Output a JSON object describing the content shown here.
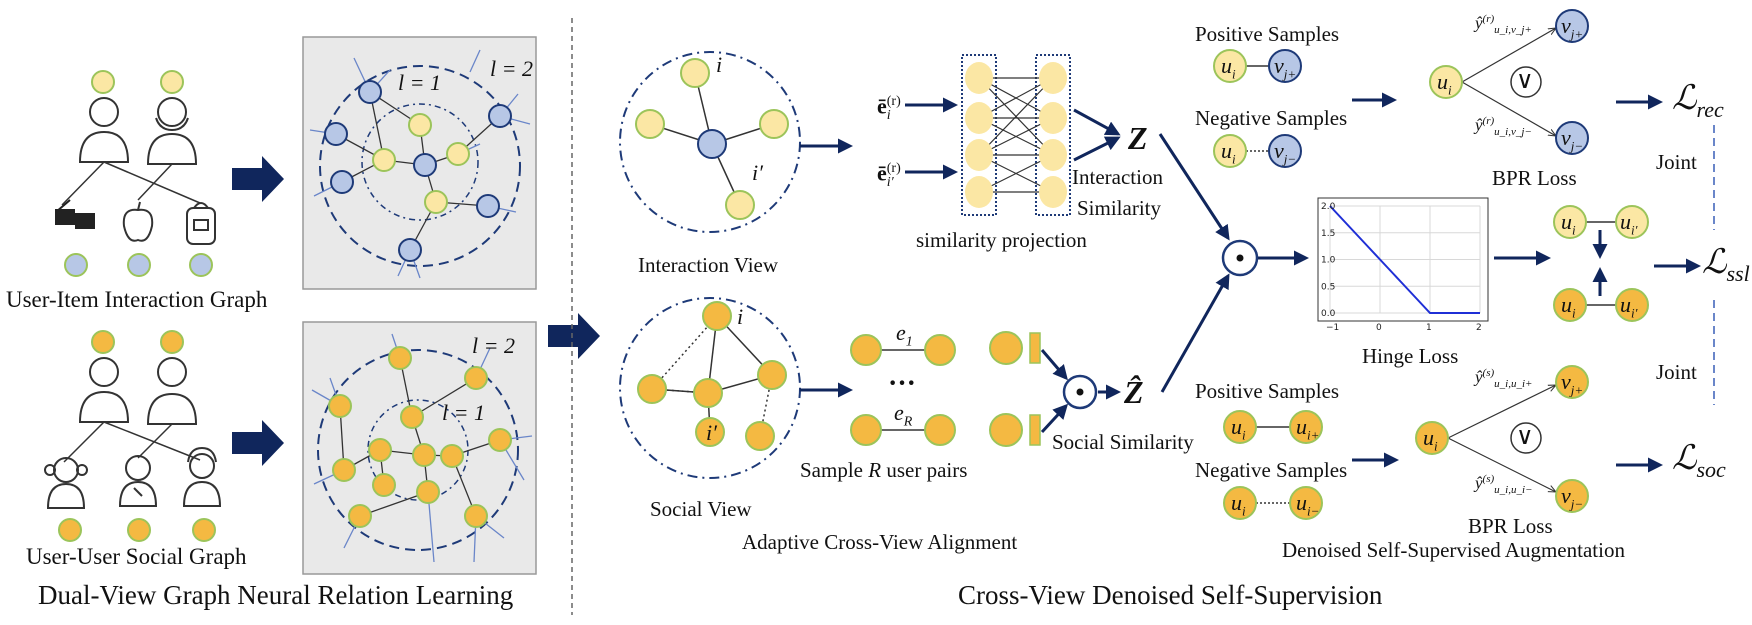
{
  "sections": {
    "left_title": "Dual-View Graph Neural Relation Learning",
    "right_title": "Cross-View Denoised Self-Supervision"
  },
  "graphs": {
    "user_item": "User-Item Interaction Graph",
    "user_user": "User-User Social Graph",
    "layer1": "l = 1",
    "layer2": "l = 2"
  },
  "views": {
    "interaction": "Interaction View",
    "social": "Social View",
    "node_i": "i",
    "node_iprime": "i′"
  },
  "alignment": {
    "emb_i": "ē",
    "emb_i_sup": "(r)",
    "emb_i_sub": "i",
    "emb_ip": "ē",
    "emb_ip_sup": "(r)",
    "emb_ip_sub": "i′",
    "projection": "similarity projection",
    "interaction_similarity_1": "Interaction",
    "interaction_similarity_2": "Similarity",
    "z": "Z",
    "zhat": "Ẑ",
    "social_similarity": "Social Similarity",
    "e1": "e",
    "e1_sub": "1",
    "eR": "e",
    "eR_sub": "R",
    "dots": "···",
    "sample_pairs_pre": "Sample ",
    "sample_pairs_var": "R",
    "sample_pairs_post": " user pairs",
    "title": "Adaptive Cross-View Alignment"
  },
  "top": {
    "positive": "Positive Samples",
    "negative": "Negative Samples",
    "bpr": "BPR Loss",
    "ui": "u",
    "ui_sub": "i",
    "vjp": "v",
    "vjp_sub": "j+",
    "vjm": "v",
    "vjm_sub": "j−",
    "yhat_plus": "ŷ",
    "yhat_plus_sup": "(r)",
    "yhat_plus_sub": "u_i,v_j+",
    "yhat_minus": "ŷ",
    "yhat_minus_sup": "(r)",
    "yhat_minus_sub": "u_i,v_j−",
    "vee": "∨"
  },
  "bottom": {
    "positive": "Positive Samples",
    "negative": "Negative Samples",
    "bpr": "BPR Loss",
    "title": "Denoised Self-Supervised Augmentation",
    "ui": "u",
    "ui_sub": "i",
    "uip": "u",
    "uip_sub": "i+",
    "uim": "u",
    "uim_sub": "i−",
    "vjp": "v",
    "vjp_sub": "j+",
    "vjm": "v",
    "vjm_sub": "j−",
    "yhat_plus": "ŷ",
    "yhat_plus_sup": "(s)",
    "yhat_plus_sub": "u_i,u_i+",
    "yhat_minus": "ŷ",
    "yhat_minus_sup": "(s)",
    "yhat_minus_sub": "u_i,u_i−",
    "vee": "∨"
  },
  "hinge": {
    "label": "Hinge Loss",
    "yticks": [
      "2.0",
      "1.5",
      "1.0",
      "0.5",
      "0.0"
    ],
    "xticks": [
      "−1",
      "0",
      "1",
      "2"
    ]
  },
  "ssl": {
    "ui": "u",
    "ui_sub": "i",
    "uip": "u",
    "uip_sub": "i′"
  },
  "losses": {
    "rec": "rec",
    "ssl": "ssl",
    "soc": "soc",
    "script_L": "ℒ",
    "joint_top": "Joint",
    "joint_bottom": "Joint"
  },
  "colors": {
    "navy": "#10265c",
    "blue_node": "#b7c7e6",
    "yellow_light": "#fbe7a4",
    "orange_node": "#f4b942",
    "green_stroke": "#9cc45a",
    "panel_bg": "#e9e9e9"
  }
}
